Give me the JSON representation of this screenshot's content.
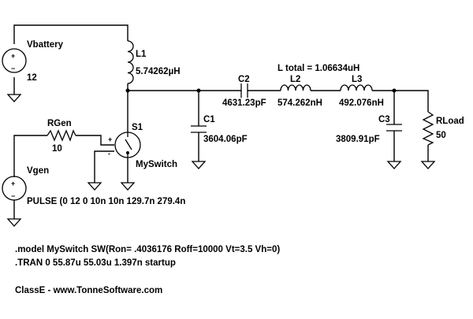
{
  "components": {
    "vbattery": {
      "name": "Vbattery",
      "value": "12"
    },
    "l1": {
      "name": "L1",
      "value": "5.74262µH"
    },
    "rgen": {
      "name": "RGen",
      "value": "10"
    },
    "s1": {
      "name": "S1",
      "model": "MySwitch",
      "pin_plus": "+",
      "pin_minus": "-"
    },
    "vgen": {
      "name": "Vgen",
      "value": "PULSE (0 12 0 10n 10n 129.7n 279.4n"
    },
    "c1": {
      "name": "C1",
      "value": "3604.06pF"
    },
    "c2": {
      "name": "C2",
      "value": "4631.23pF"
    },
    "l2": {
      "name": "L2",
      "value": "574.262nH"
    },
    "l3": {
      "name": "L3",
      "value": "492.076nH"
    },
    "c3": {
      "name": "C3",
      "value": "3809.91pF"
    },
    "rload": {
      "name": "RLoad",
      "value": "50"
    }
  },
  "annotations": {
    "l_total": "L total = 1.06634uH",
    "model_directive": ".model MySwitch SW(Ron= .4036176 Roff=10000 Vt=3.5 Vh=0)",
    "tran_directive": ".TRAN 0 55.87u 55.03u 1.397n startup",
    "credit": "ClassE - www.TonneSoftware.com"
  },
  "source_symbols": {
    "plus": "+",
    "minus": "−"
  }
}
